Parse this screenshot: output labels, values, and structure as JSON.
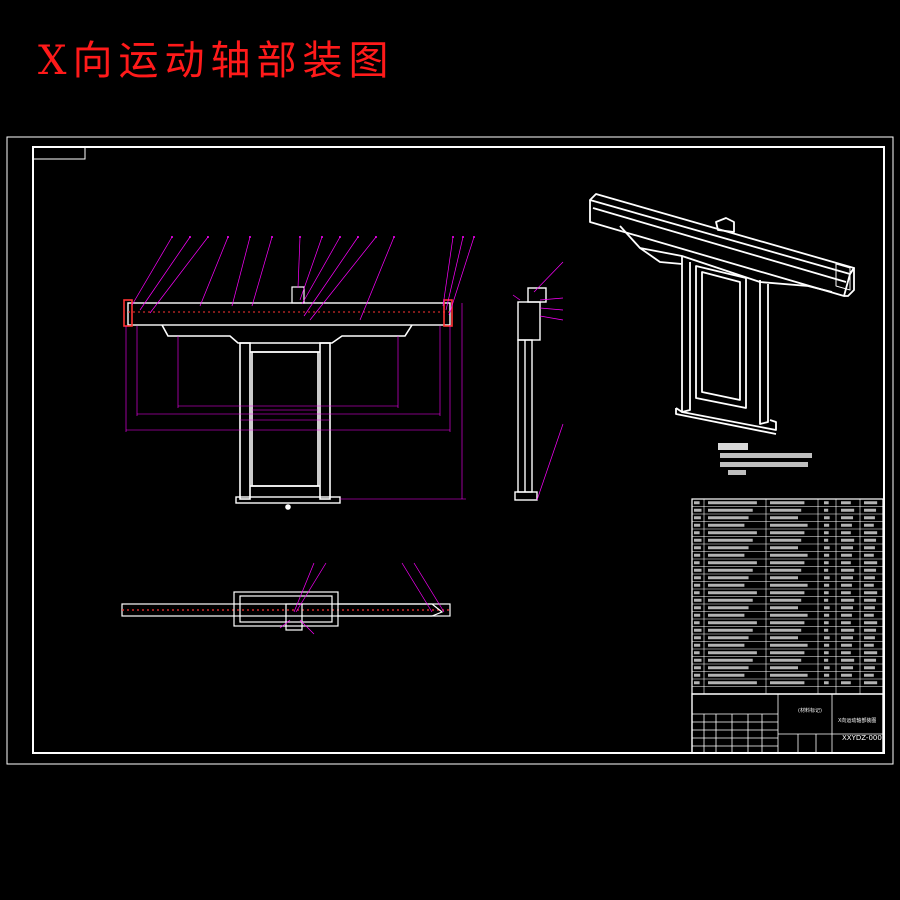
{
  "title": "X向运动轴部装图",
  "colors": {
    "background": "#000000",
    "title": "#ff1a1a",
    "lines": "#ffffff",
    "balloons": "#ff00ff",
    "hatch": "#ff3333"
  },
  "title_block": {
    "drawing_number": "XXYDZ-000",
    "material_cell": "(材料标记)",
    "part_name_cell": "X向运动轴部装图"
  }
}
